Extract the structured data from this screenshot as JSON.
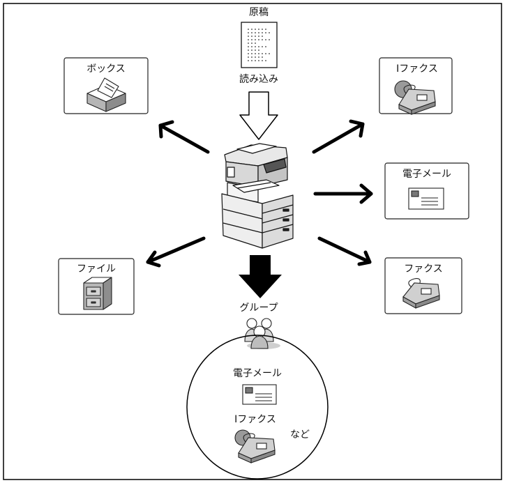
{
  "source": {
    "title": "原稿",
    "scan_label": "読み込み"
  },
  "destinations": {
    "box": "ボックス",
    "ifax_top": "Iファクス",
    "email_right": "電子メール",
    "file": "ファイル",
    "fax": "ファクス"
  },
  "group": {
    "title": "グループ",
    "email": "電子メール",
    "ifax": "Iファクス",
    "etc": "など"
  }
}
